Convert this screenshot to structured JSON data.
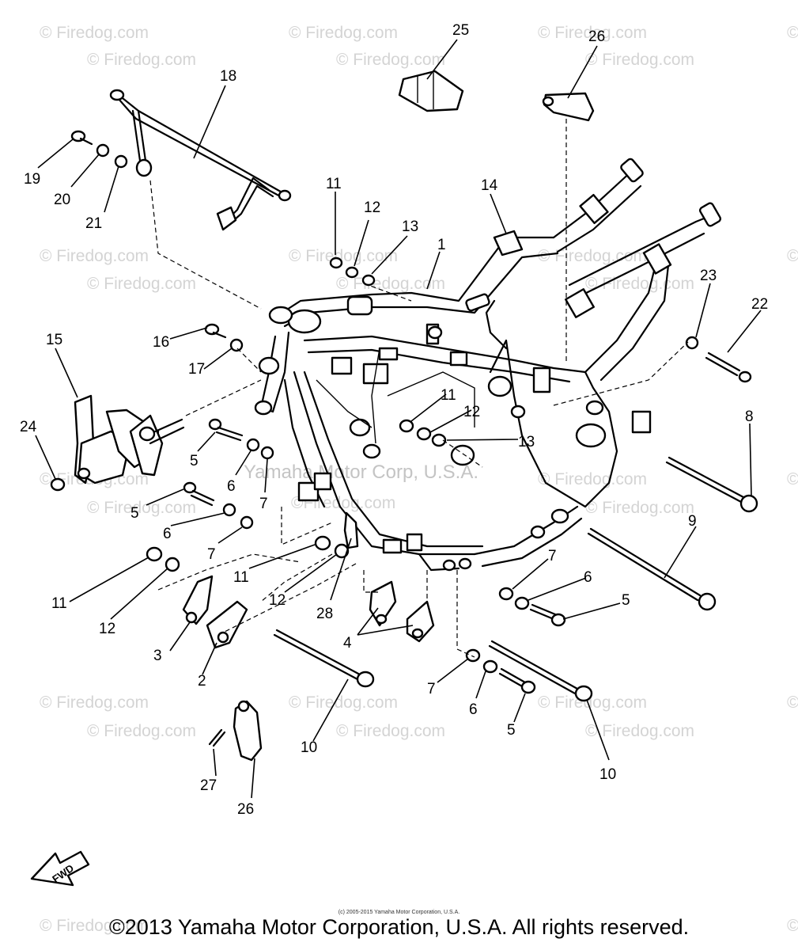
{
  "watermark": {
    "site": "© Firedog.com",
    "center_text": "Yamaha Motor Corp, U.S.A.",
    "center_site": "©Firedog.com"
  },
  "fwd_badge": "FWD",
  "small_copyright": "(c) 2005-2015 Yamaha Motor Corporation, U.S.A.",
  "copyright": "©2013 Yamaha Motor Corporation, U.S.A. All rights reserved.",
  "callouts": [
    "25",
    "26",
    "18",
    "19",
    "20",
    "21",
    "11",
    "12",
    "13",
    "14",
    "1",
    "23",
    "22",
    "15",
    "16",
    "17",
    "24",
    "5",
    "6",
    "7",
    "11",
    "12",
    "13",
    "8",
    "5",
    "6",
    "7",
    "9",
    "11",
    "12",
    "3",
    "2",
    "11",
    "12",
    "28",
    "4",
    "7",
    "6",
    "5",
    "7",
    "6",
    "5",
    "10",
    "10",
    "27",
    "26"
  ]
}
